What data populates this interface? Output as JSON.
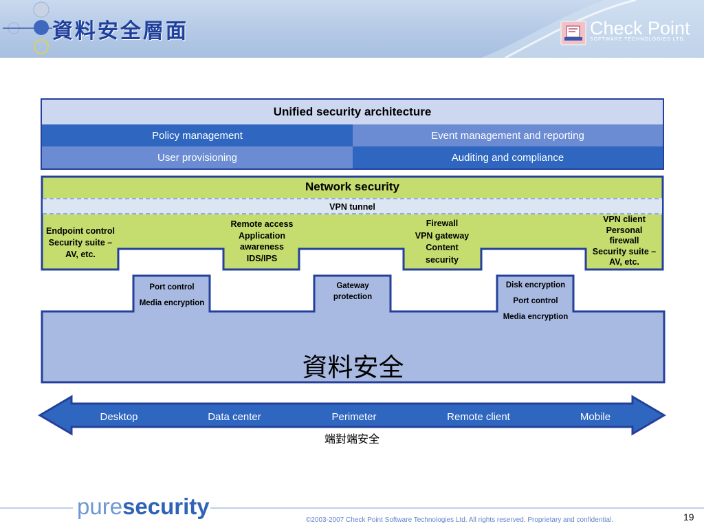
{
  "header": {
    "title": "資料安全層面",
    "logo_name": "Check Point",
    "logo_sub": "SOFTWARE TECHNOLOGIES LTD."
  },
  "unified": {
    "title": "Unified security architecture",
    "policy": "Policy management",
    "event": "Event management and reporting",
    "users": "User provisioning",
    "audit": "Auditing and compliance"
  },
  "network": {
    "title": "Network security",
    "vpn_tunnel": "VPN tunnel",
    "endpoint": [
      "Endpoint control",
      "Security suite –",
      "AV, etc."
    ],
    "remote": [
      "Remote access",
      "Application",
      "awareness",
      "IDS/IPS"
    ],
    "gateway": [
      "Firewall",
      "VPN gateway",
      "Content",
      "security"
    ],
    "client": [
      "VPN client",
      "Personal",
      "firewall",
      "Security suite –",
      "AV, etc."
    ]
  },
  "data_security": {
    "port_media": [
      "Port control",
      "Media encryption"
    ],
    "gateway_protection": [
      "Gateway",
      "protection"
    ],
    "disk": [
      "Disk encryption",
      "Port control",
      "Media encryption"
    ],
    "main_label": "資料安全"
  },
  "endpoints": {
    "items": [
      "Desktop",
      "Data center",
      "Perimeter",
      "Remote client",
      "Mobile"
    ],
    "caption": "端對端安全"
  },
  "footer": {
    "brand_light": "pure",
    "brand_bold": "security",
    "copyright": "©2003-2007 Check Point Software Technologies Ltd. All rights reserved. Proprietary and confidential.",
    "page": "19"
  },
  "colors": {
    "dark_blue": "#2e66c0",
    "mid_blue": "#6b8bd2",
    "light_blue": "#a8b9e2",
    "pale_blue": "#cdd8f0",
    "green": "#c5dc6e",
    "border": "#24409a",
    "navy_text": "#1f3f9c"
  }
}
